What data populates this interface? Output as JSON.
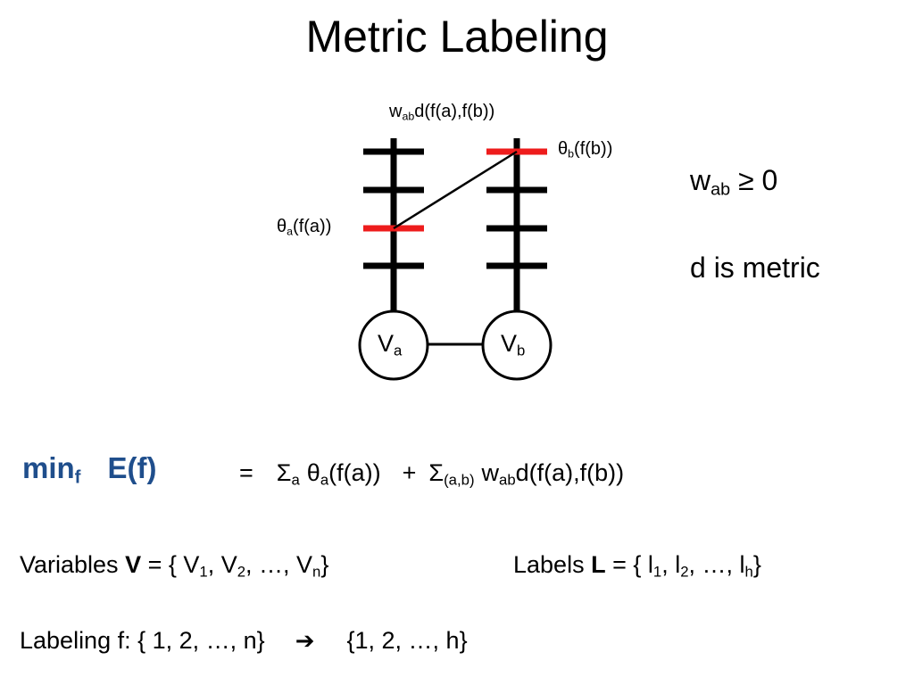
{
  "slide": {
    "title": "Metric Labeling"
  },
  "diagram": {
    "pair_label": {
      "w": "w",
      "w_sub": "ab",
      "rest": "d(f(a),f(b))"
    },
    "theta_b": {
      "theta": "θ",
      "sub": "b",
      "rest": "(f(b))"
    },
    "theta_a": {
      "theta": "θ",
      "sub": "a",
      "rest": "(f(a))"
    },
    "node_a": {
      "base": "V",
      "sub": "a"
    },
    "node_b": {
      "base": "V",
      "sub": "b"
    },
    "colors": {
      "selected_label": "#EE1C1C",
      "line": "#000000"
    }
  },
  "conditions": {
    "c1": {
      "w": "w",
      "w_sub": "ab",
      "rest": " ≥ 0"
    },
    "c2": "d is metric"
  },
  "energy": {
    "min": "min",
    "min_sub": "f",
    "ef": "E(f)",
    "equals": "=",
    "sigma1": "Σ",
    "sigma1_sub": "a",
    "theta": "θ",
    "theta_sub": "a",
    "unary_rest": "(f(a))",
    "plus": "+",
    "sigma2": "Σ",
    "sigma2_sub": "(a,b)",
    "w": "w",
    "w_sub": "ab",
    "pair_rest": "d(f(a),f(b))",
    "highlight_color": "#1F4E8C"
  },
  "definitions": {
    "variables": {
      "prefix": "Variables ",
      "symbol": "V",
      "open": " = { V",
      "s1": "1",
      "mid1": ", V",
      "s2": "2",
      "mid2": ", …, V",
      "sn": "n",
      "close": "}"
    },
    "labels": {
      "prefix": "Labels ",
      "symbol": "L",
      "open": " = { l",
      "s1": "1",
      "mid1": ", l",
      "s2": "2",
      "mid2": ", …, l",
      "sh": "h",
      "close": "}"
    },
    "labeling": {
      "left": "Labeling f: { 1, 2, …, n}",
      "arrow": "➔",
      "right": "{1, 2, …, h}"
    }
  }
}
